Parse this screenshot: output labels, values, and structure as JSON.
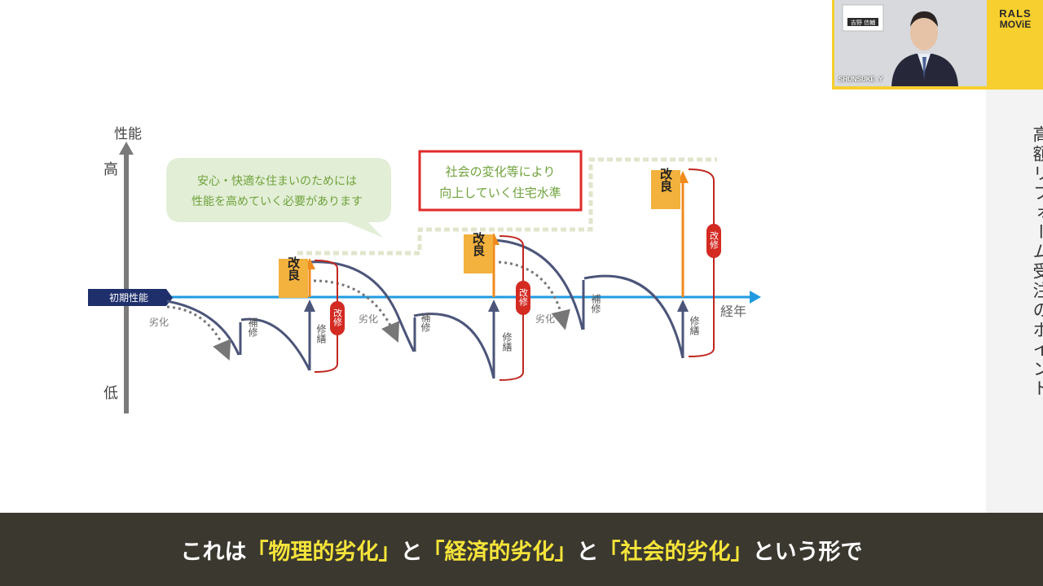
{
  "axis": {
    "y_title": "性能",
    "y_high": "高",
    "y_low": "低",
    "x_title": "経年",
    "initial": "初期性能"
  },
  "bubble_lines": [
    "安心・快適な住まいのためには",
    "性能を高めていく必要があります"
  ],
  "box_lines": [
    "社会の変化等により",
    "向上していく住宅水準"
  ],
  "labels": {
    "deterioration": "劣化",
    "repair": "補修",
    "renovation": "修繕",
    "improvement": "改良",
    "modification": "改修"
  },
  "side_title": "高額リフォーム受注のポイント",
  "webcam": {
    "doc_title": "吉野 信輔",
    "name": "SHUNSUKE .Y"
  },
  "logo": {
    "line1": "RALS",
    "line2": "MOViE"
  },
  "subtitle": {
    "prefix": "これは",
    "hl1": "「物理的劣化」",
    "mid1": "と",
    "hl2": "「経済的劣化」",
    "mid2": "と",
    "hl3": "「社会的劣化」",
    "suffix": "という形で"
  },
  "colors": {
    "x_axis": "#1f9ae0",
    "curve": "#4c5579",
    "improve_arrow": "#f08a1c",
    "modify_bracket": "#c0271f",
    "standard_dots": "#dfe6cc",
    "bubble": "#e2eed6",
    "bubble_text": "#6fa23b",
    "box_border": "#e02a2a",
    "subtitle_hl": "#f5e43a"
  }
}
